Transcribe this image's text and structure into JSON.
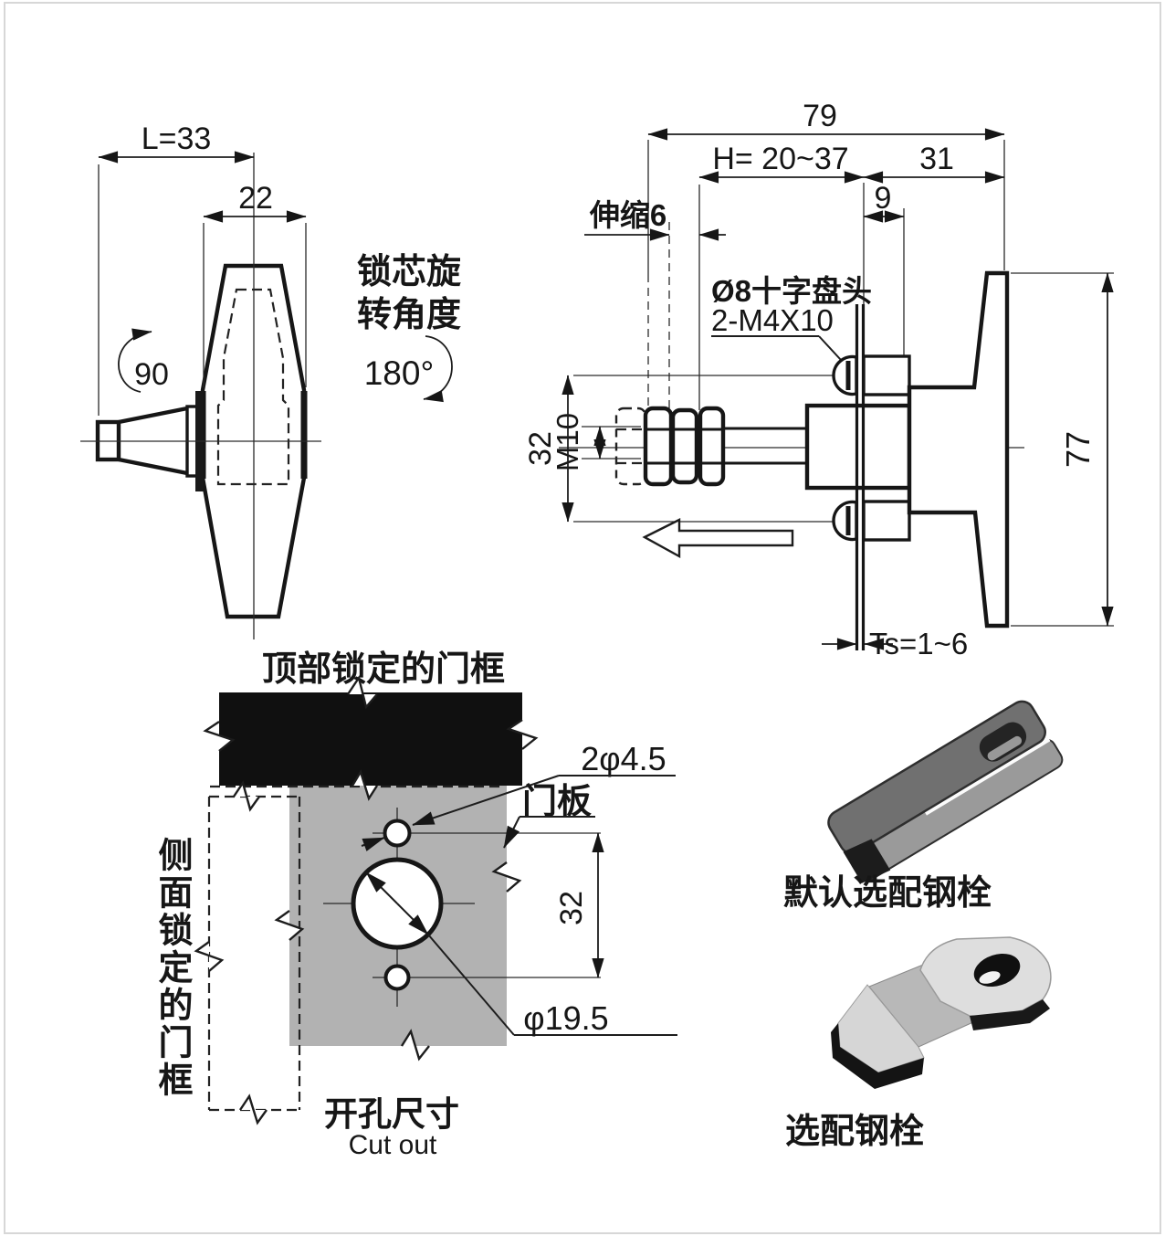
{
  "front_view": {
    "handle_length_dim": "L=33",
    "handle_width_dim": "22",
    "rotation_angle_left": "90",
    "rotation_title_line1": "锁芯旋",
    "rotation_title_line2": "转角度",
    "rotation_angle_right": "180°"
  },
  "side_view": {
    "overall_length_dim": "79",
    "grip_range_dim": "H= 20~37",
    "handle_depth_dim": "31",
    "offset_dim": "9",
    "travel_label": "伸缩6",
    "screw_label_line1": "Ø8十字盘头",
    "screw_label_line2": "2-M4X10",
    "thread_label": "M10",
    "screw_spacing_dim": "32",
    "handle_height_dim": "77",
    "panel_thickness_label": "Ts=1~6"
  },
  "cutout_view": {
    "top_frame_label": "顶部锁定的门框",
    "side_frame_label": "侧面锁定的门框",
    "door_panel_label": "门板",
    "small_holes_dim": "2φ4.5",
    "hole_spacing_dim": "32",
    "main_hole_dim": "φ19.5",
    "title_cn": "开孔尺寸",
    "title_en": "Cut out"
  },
  "accessories": {
    "default_cam_caption": "默认选配钢栓",
    "optional_cam_caption": "选配钢栓"
  },
  "colors": {
    "line": "#161616",
    "door_panel_gray": "#b2b2b2",
    "frame_black": "#101010",
    "cam_dark_face": "#707070",
    "cam_light_face": "#dcdcdc"
  }
}
